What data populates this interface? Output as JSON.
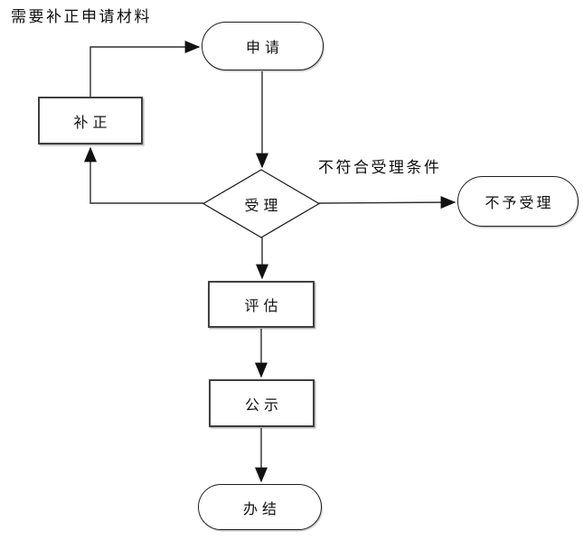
{
  "diagram": {
    "title": "",
    "annotations": {
      "needs_correction": "需要补正申请材料",
      "not_meet_condition": "不符合受理条件"
    },
    "nodes": {
      "apply": {
        "label": "申请",
        "type": "terminator"
      },
      "correction": {
        "label": "补正",
        "type": "process"
      },
      "accept": {
        "label": "受理",
        "type": "decision"
      },
      "reject": {
        "label": "不予受理",
        "type": "terminator"
      },
      "evaluate": {
        "label": "评估",
        "type": "process"
      },
      "publicize": {
        "label": "公示",
        "type": "process"
      },
      "complete": {
        "label": "办结",
        "type": "terminator"
      }
    },
    "edges": [
      {
        "from": "apply",
        "to": "accept",
        "label": ""
      },
      {
        "from": "accept",
        "to": "correction",
        "label": "需要补正申请材料"
      },
      {
        "from": "correction",
        "to": "apply",
        "label": ""
      },
      {
        "from": "accept",
        "to": "reject",
        "label": "不符合受理条件"
      },
      {
        "from": "accept",
        "to": "evaluate",
        "label": ""
      },
      {
        "from": "evaluate",
        "to": "publicize",
        "label": ""
      },
      {
        "from": "publicize",
        "to": "complete",
        "label": ""
      }
    ],
    "colors": {
      "background": "#ffffff",
      "line": "#2e2e2e",
      "terminator_border": "#1f1f1f",
      "process_border": "#404040",
      "text": "#111111",
      "arrowhead": "#111111"
    }
  }
}
